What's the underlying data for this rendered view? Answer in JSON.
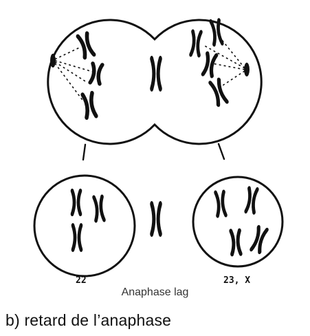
{
  "labels": {
    "left_count": "22",
    "right_count": "23, X"
  },
  "caption": "Anaphase lag",
  "subtitle": "b) retard de l’anaphase"
}
